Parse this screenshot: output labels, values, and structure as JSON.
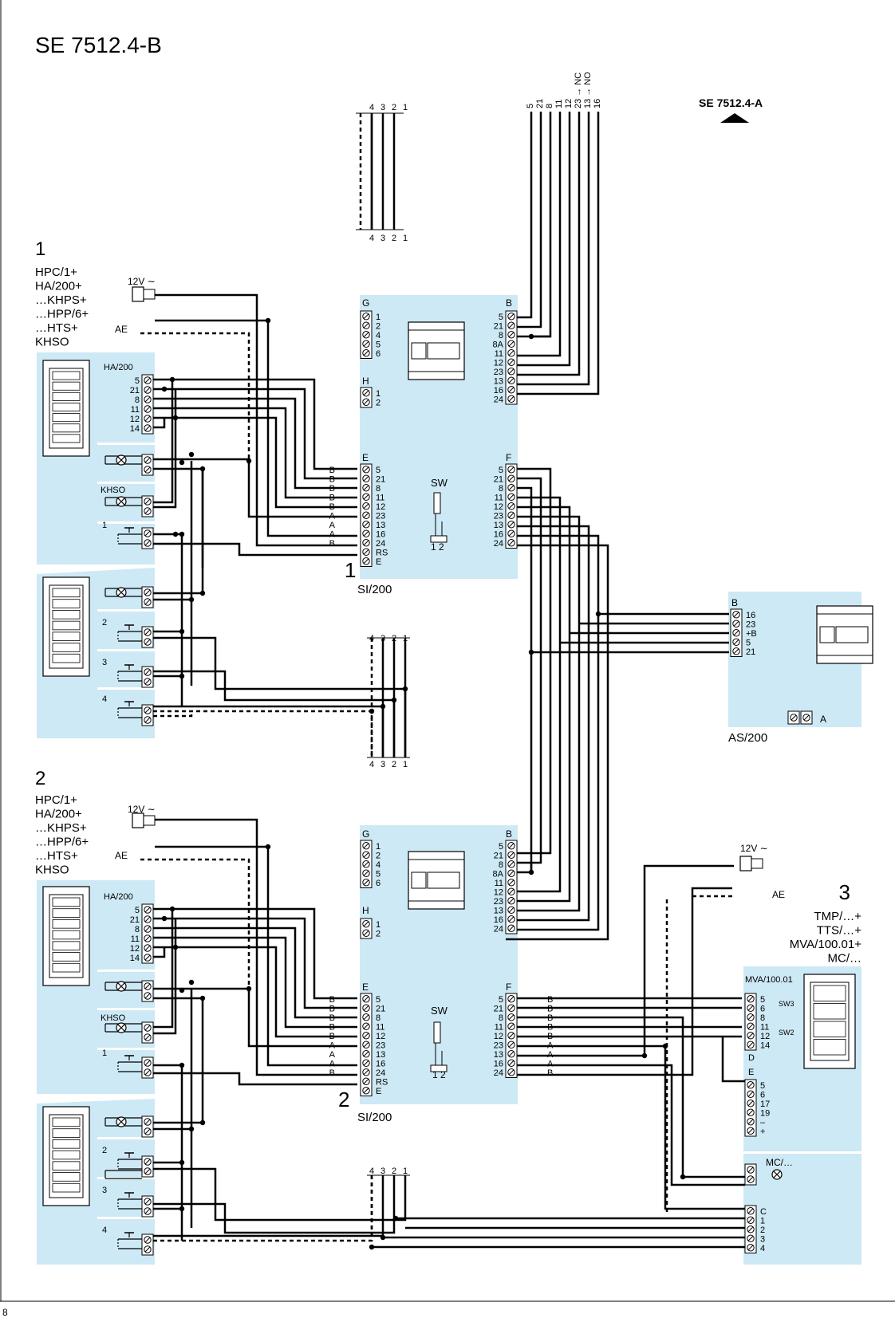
{
  "title": "SE 7512.4-B",
  "page_number": "8",
  "ref_arrow_label": "SE 7512.4-A",
  "bus_top": {
    "labels": [
      "4",
      "3",
      "2",
      "1"
    ]
  },
  "vert_terms": {
    "labels": [
      "5",
      "21",
      "8",
      "11",
      "12",
      "23 → NC",
      "13 → NO",
      "16"
    ]
  },
  "group1": {
    "number": "1",
    "devices": [
      "HPC/1+",
      "HA/200+",
      "…KHPS+",
      "…HPP/6+",
      "…HTS+",
      "KHSO"
    ]
  },
  "group2": {
    "number": "2",
    "devices": [
      "HPC/1+",
      "HA/200+",
      "…KHPS+",
      "…HPP/6+",
      "…HTS+",
      "KHSO"
    ]
  },
  "group3": {
    "number": "3",
    "devices": [
      "TMP/…+",
      "TTS/…+",
      "MVA/100.01+",
      "MC/…"
    ]
  },
  "power_12v": "12V ∼",
  "ae_label": "AE",
  "ha_block": {
    "title": "HA/200",
    "terminals": [
      "5",
      "21",
      "8",
      "11",
      "12",
      "14"
    ]
  },
  "khso_label": "KHSO",
  "button_numbers": [
    "1",
    "2",
    "3",
    "4"
  ],
  "si200": {
    "name": "SI/200",
    "G": {
      "label": "G",
      "terminals": [
        "1",
        "2",
        "4",
        "5",
        "6"
      ]
    },
    "H": {
      "label": "H",
      "terminals": [
        "1",
        "2"
      ]
    },
    "B": {
      "label": "B",
      "terminals": [
        "5",
        "21",
        "8",
        "8A",
        "11",
        "12",
        "23",
        "13",
        "16",
        "24"
      ]
    },
    "E": {
      "label": "E",
      "terminals": [
        "5",
        "21",
        "8",
        "11",
        "12",
        "23",
        "13",
        "16",
        "24",
        "RS",
        "E"
      ]
    },
    "F": {
      "label": "F",
      "terminals": [
        "5",
        "21",
        "8",
        "11",
        "12",
        "23",
        "13",
        "16",
        "24"
      ]
    },
    "wire_letters": [
      "B",
      "B",
      "B",
      "B",
      "B",
      "A",
      "A",
      "A",
      "B"
    ],
    "sw_label": "SW",
    "sw_pins": "1 2"
  },
  "as200": {
    "name": "AS/200",
    "B": {
      "label": "B",
      "terminals": [
        "16",
        "23",
        "+B",
        "5",
        "21"
      ]
    },
    "A_label": "A"
  },
  "mva": {
    "title": "MVA/100.01",
    "terminals": [
      "5",
      "6",
      "8",
      "11",
      "12",
      "14"
    ],
    "sw3": "SW3",
    "sw2": "SW2",
    "D_label": "D",
    "E_label": "E",
    "E_terminals": [
      "5",
      "6",
      "17",
      "19",
      "–",
      "+"
    ]
  },
  "mc": {
    "label": "MC/…"
  },
  "c_block": {
    "terminals": [
      "C",
      "1",
      "2",
      "3",
      "4"
    ]
  }
}
